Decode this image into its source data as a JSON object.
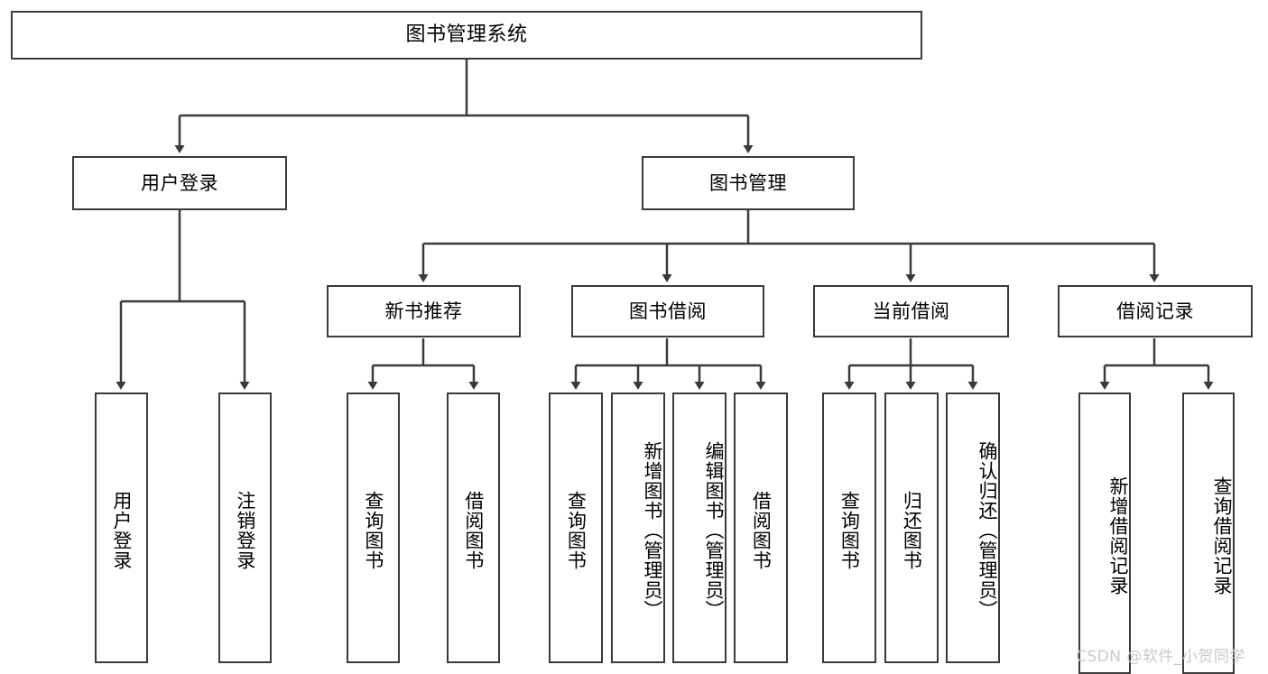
{
  "diagram": {
    "title": "图书管理系统",
    "type": "tree-hierarchy-chart",
    "root": {
      "label": "图书管理系统"
    },
    "level2": [
      {
        "label": "用户登录"
      },
      {
        "label": "图书管理"
      }
    ],
    "level3": [
      {
        "label": "新书推荐"
      },
      {
        "label": "图书借阅"
      },
      {
        "label": "当前借阅"
      },
      {
        "label": "借阅记录"
      }
    ],
    "leaves": {
      "user_login": [
        {
          "label": "用户登录"
        },
        {
          "label": "注销登录"
        }
      ],
      "new_book_recommend": [
        {
          "label": "查询图书"
        },
        {
          "label": "借阅图书"
        }
      ],
      "book_borrow": [
        {
          "label": "查询图书"
        },
        {
          "label": "新增图书（管理员）"
        },
        {
          "label": "编辑图书（管理员）"
        },
        {
          "label": "借阅图书"
        }
      ],
      "current_borrow": [
        {
          "label": "查询图书"
        },
        {
          "label": "归还图书"
        },
        {
          "label": "确认归还（管理员）"
        }
      ],
      "borrow_record": [
        {
          "label": "新增借阅记录"
        },
        {
          "label": "查询借阅记录"
        }
      ]
    }
  },
  "watermark": {
    "text": "CSDN @软件_小贺同学"
  },
  "colors": {
    "stroke": "#3a3a3a",
    "background": "#ffffff",
    "text": "#000000",
    "watermark": "#c9c9c9"
  }
}
